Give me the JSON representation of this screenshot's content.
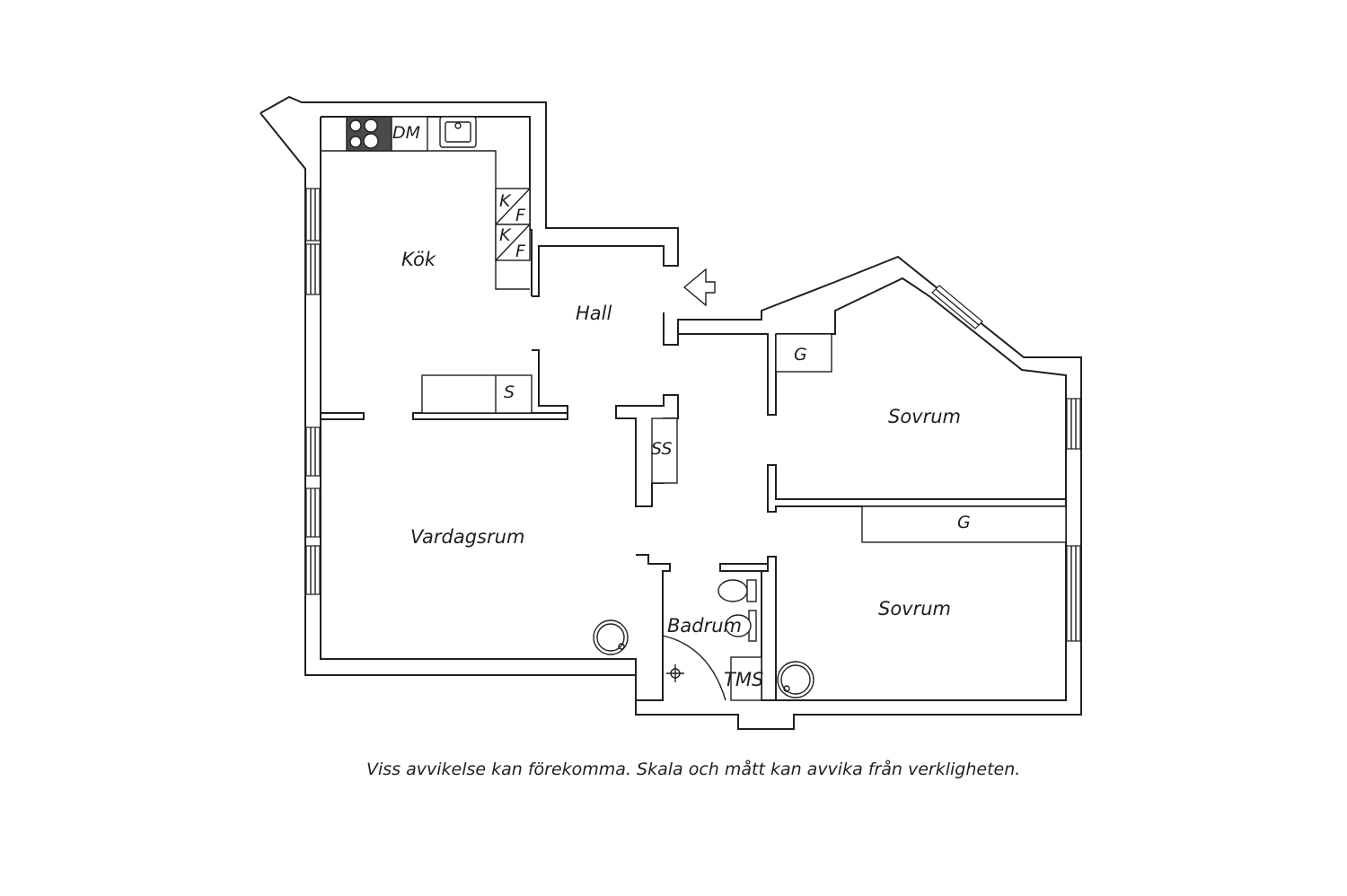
{
  "rooms": {
    "kitchen": "Kök",
    "hall": "Hall",
    "living": "Vardagsrum",
    "bedroom_upper": "Sovrum",
    "bedroom_lower": "Sovrum",
    "bathroom": "Badrum"
  },
  "fixtures": {
    "dishwasher": "DM",
    "fridge_k1": "K",
    "freezer_f1": "F",
    "fridge_k2": "K",
    "freezer_f2": "F",
    "storage_s": "S",
    "storage_ss": "SS",
    "wardrobe_upper": "G",
    "wardrobe_lower": "G",
    "washer_dryer": "TMS"
  },
  "disclaimer": "Viss avvikelse kan förekomma. Skala och mått kan avvika från verkligheten."
}
